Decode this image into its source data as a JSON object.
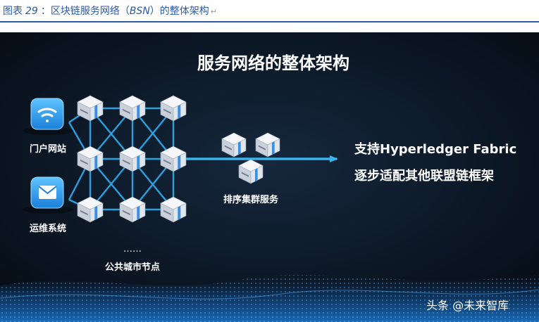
{
  "caption": {
    "prefix": "图表",
    "number": "29",
    "text_pre": "：区块链服务网络（",
    "text_abbr": "BSN",
    "text_post": "）的整体架构",
    "return_mark": "↵"
  },
  "diagram": {
    "title": "服务网络的整体架构",
    "clients": [
      {
        "label": "门户网站",
        "icon": "wifi-icon"
      },
      {
        "label": "运维系统",
        "icon": "mail-icon"
      }
    ],
    "city_nodes_label": "公共城市节点",
    "more_marker": "……",
    "ordering_label": "排序集群服务",
    "support_line1": "支持Hyperledger Fabric",
    "support_line2": "逐步适配其他联盟链框架",
    "colors": {
      "background": "#0b1622",
      "link": "#2aa8e8",
      "arrow": "#3bb4ee",
      "caption": "#2a5aa8"
    }
  },
  "watermark": "头条 @未来智库"
}
